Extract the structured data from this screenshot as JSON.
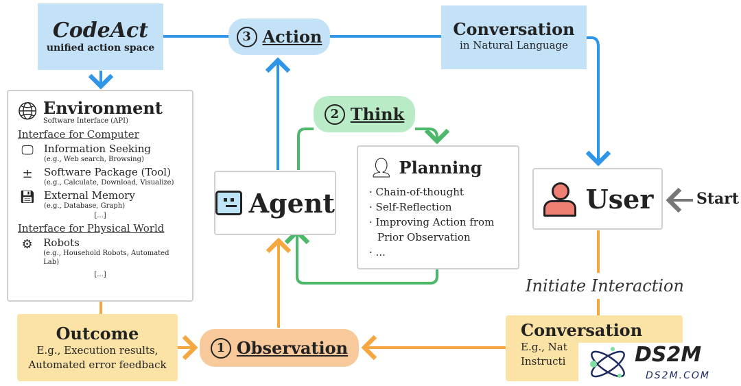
{
  "codeact": {
    "title": "CodeAct",
    "subtitle": "unified action space"
  },
  "action": {
    "num": "3",
    "label": "Action"
  },
  "conv_top": {
    "title": "Conversation",
    "subtitle": "in Natural Language"
  },
  "environment": {
    "title": "Environment",
    "subtitle": "Software Interface (API)",
    "section1": "Interface for Computer",
    "items1": [
      {
        "title": "Information Seeking",
        "sub": "(e.g., Web search, Browsing)"
      },
      {
        "title": "Software Package (Tool)",
        "sub": "(e.g., Calculate, Download, Visualize)"
      },
      {
        "title": "External Memory",
        "sub": "(e.g., Database, Graph)"
      }
    ],
    "ellipsis1": "[...]",
    "section2": "Interface for Physical World",
    "items2": [
      {
        "title": "Robots",
        "sub": "(e.g., Household Robots, Automated Lab)"
      }
    ],
    "ellipsis2": "[...]"
  },
  "think": {
    "num": "2",
    "label": "Think"
  },
  "planning": {
    "title": "Planning",
    "items": [
      "Chain-of-thought",
      "Self-Reflection",
      "Improving Action from Prior Observation",
      "..."
    ]
  },
  "agent": {
    "label": "Agent"
  },
  "user": {
    "label": "User"
  },
  "start": "Start",
  "initiate": "Initiate Interaction",
  "outcome": {
    "title": "Outcome",
    "line1": "E.g., Execution results,",
    "line2": "Automated error feedback"
  },
  "observation": {
    "num": "1",
    "label": "Observation"
  },
  "conv_bottom": {
    "title": "Conversation",
    "line1": "E.g., Nat",
    "line2": "Instructi"
  },
  "watermark": {
    "brand": "DS2M",
    "url": "DS2M.COM"
  },
  "colors": {
    "blue": "#2e95e8",
    "green": "#4cb86a",
    "orange": "#f5a742"
  }
}
